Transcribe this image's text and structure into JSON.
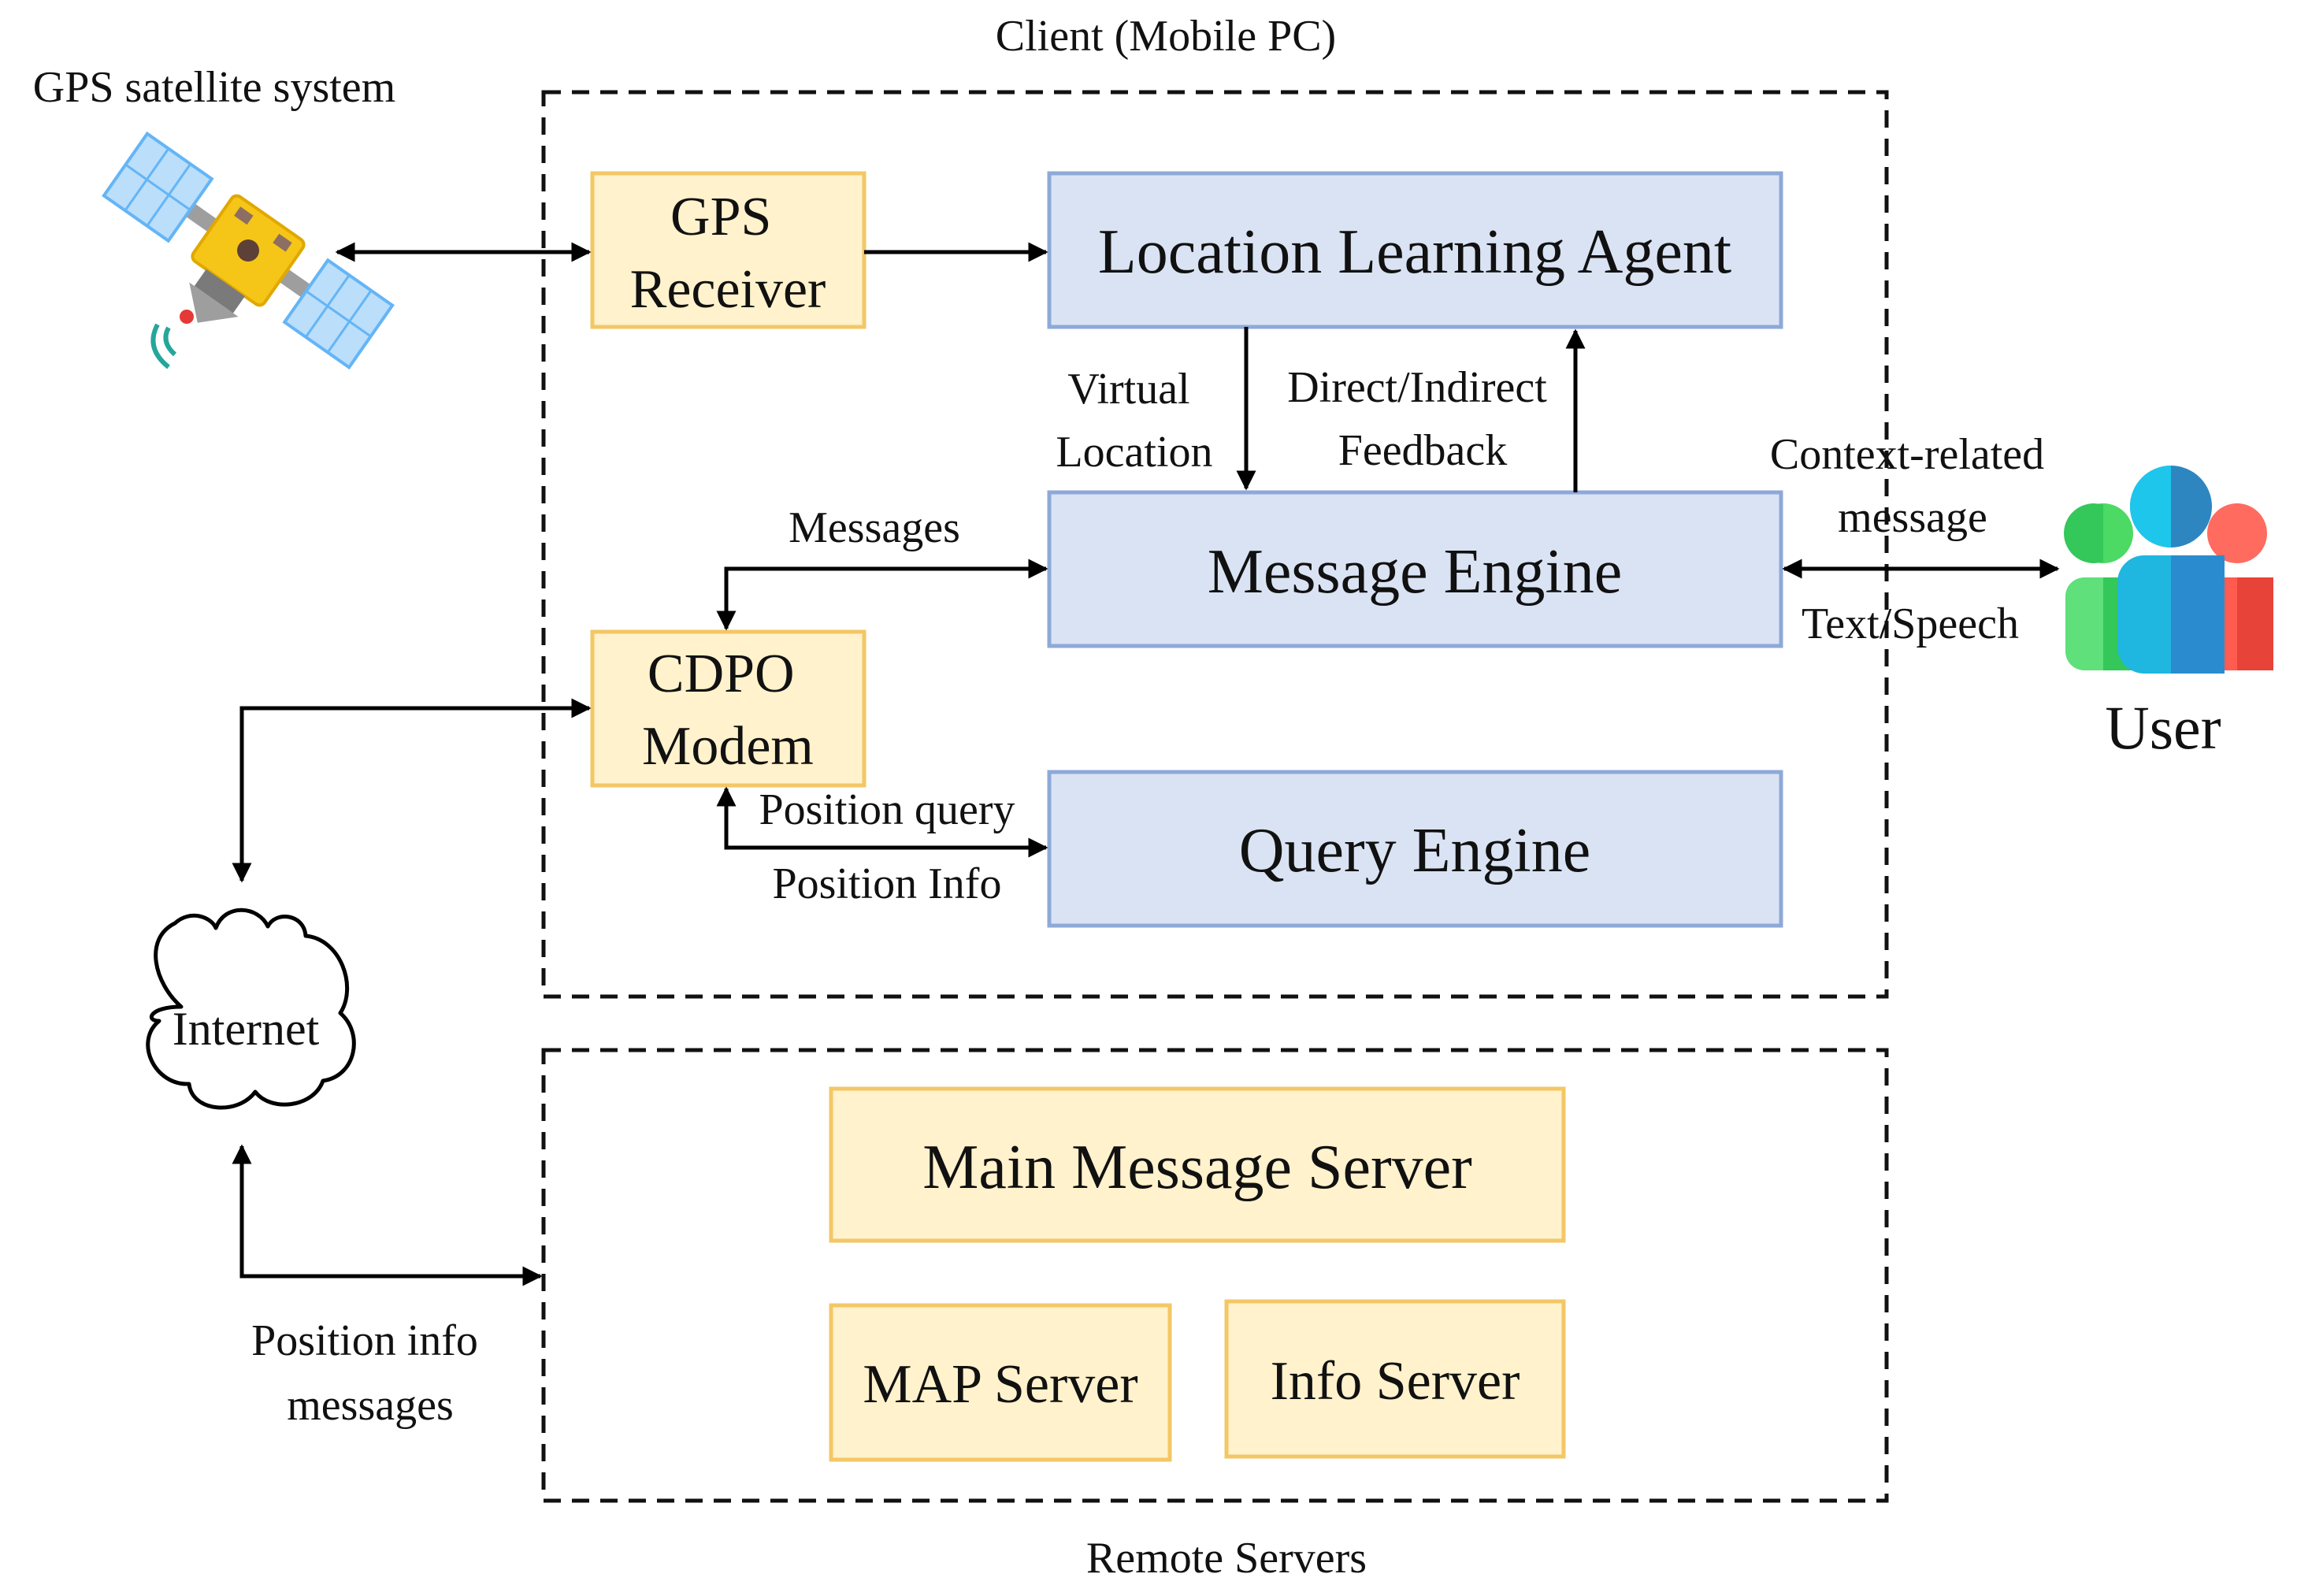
{
  "groups": {
    "client": "Client (Mobile PC)",
    "remote": "Remote Servers"
  },
  "external": {
    "gps_system": "GPS satellite system",
    "internet": "Internet",
    "user": "User"
  },
  "boxes": {
    "gps_receiver": [
      "GPS",
      "Receiver"
    ],
    "cdpo_modem": [
      "CDPO",
      "Modem"
    ],
    "location_agent": "Location Learning Agent",
    "message_engine": "Message Engine",
    "query_engine": "Query Engine",
    "main_server": "Main Message Server",
    "map_server": "MAP Server",
    "info_server": "Info Server"
  },
  "edge_labels": {
    "virtual_location": [
      "Virtual",
      "Location"
    ],
    "feedback": [
      "Direct/Indirect",
      "Feedback"
    ],
    "messages": "Messages",
    "context_message": [
      "Context-related",
      "message"
    ],
    "text_speech": "Text/Speech",
    "position_query": "Position query",
    "position_info": "Position Info",
    "position_messages": [
      "Position info",
      "messages"
    ]
  },
  "colors": {
    "component_fill": "#fff2cc",
    "component_stroke": "#f3c766",
    "engine_fill": "#dae3f3",
    "engine_stroke": "#8ea9d8"
  }
}
